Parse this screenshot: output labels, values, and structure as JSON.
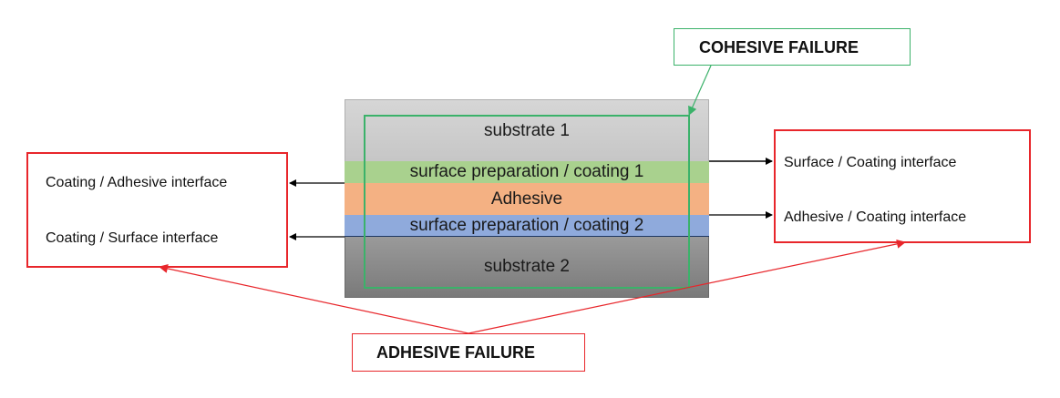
{
  "layers": {
    "substrate1": "substrate 1",
    "coating1": "surface preparation / coating 1",
    "adhesive": "Adhesive",
    "coating2": "surface preparation / coating 2",
    "substrate2": "substrate 2"
  },
  "left_box": {
    "top_label": "Coating / Adhesive interface",
    "bottom_label": "Coating / Surface interface"
  },
  "right_box": {
    "top_label": "Surface / Coating interface",
    "bottom_label": "Adhesive / Coating interface"
  },
  "cohesive_label": "COHESIVE FAILURE",
  "adhesive_label": "ADHESIVE FAILURE",
  "colors": {
    "red": "#e8262b",
    "green": "#3bb26a",
    "coating1": "#a9d18e",
    "adhesive": "#f4b183",
    "coating2": "#8faadc"
  }
}
